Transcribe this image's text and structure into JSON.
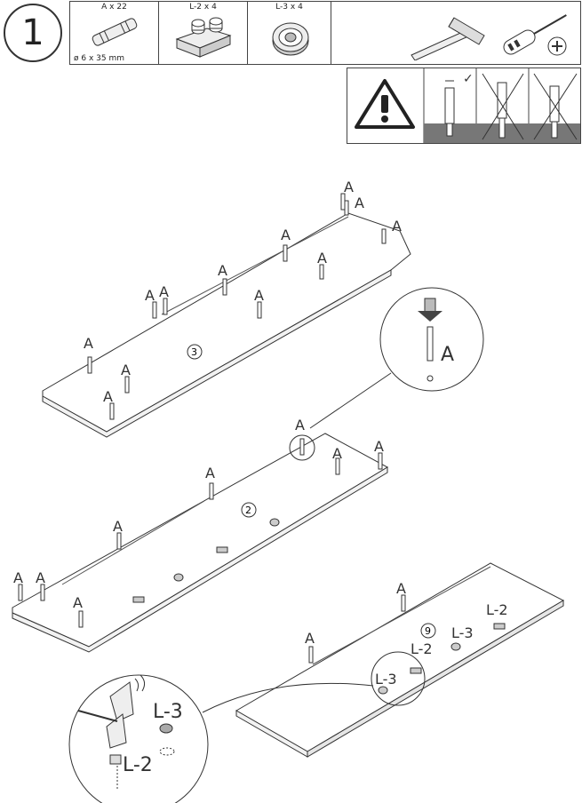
{
  "step": {
    "number": "1"
  },
  "parts": [
    {
      "id": "A",
      "qty_label": "A x 22",
      "spec": "6 x 35 mm",
      "icon": "dowel-icon"
    },
    {
      "id": "L-2",
      "qty_label": "L-2 x 4",
      "icon": "connector-icon"
    },
    {
      "id": "L-3",
      "qty_label": "L-3 x 4",
      "icon": "cam-lock-icon"
    }
  ],
  "tools": [
    "hammer-icon",
    "phillips-screwdriver-icon"
  ],
  "warning": {
    "icon": "warning-triangle-icon",
    "checks": [
      "correct",
      "wrong",
      "wrong"
    ]
  },
  "diagram": {
    "panel_numbers": [
      "3",
      "2",
      "9"
    ],
    "callout_labels": {
      "dowel": "A",
      "cam": "L-3",
      "connector": "L-2"
    },
    "labels": {
      "A": "A",
      "L2": "L-2",
      "L3": "L-3"
    }
  }
}
